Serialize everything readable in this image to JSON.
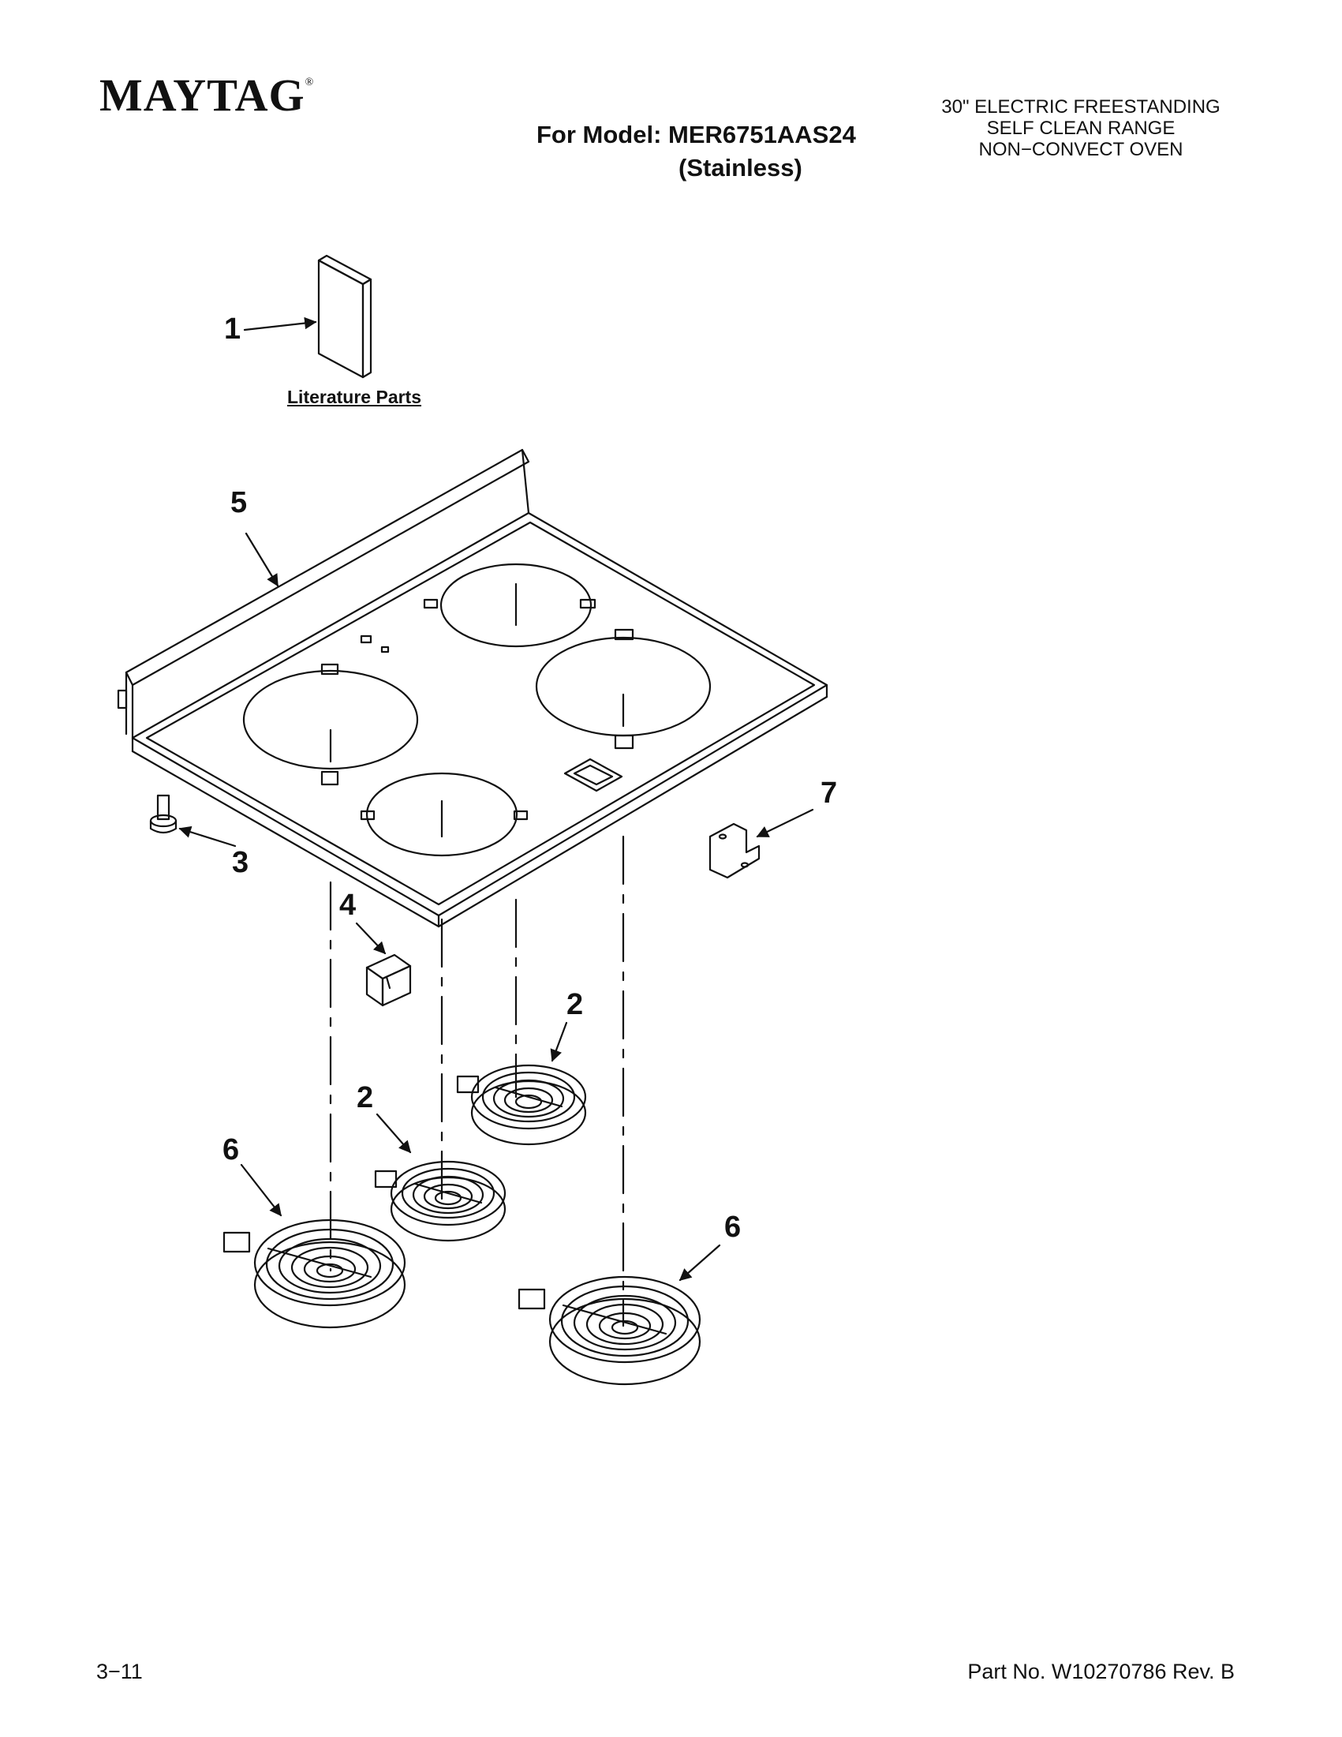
{
  "header": {
    "brand": "MAYTAG",
    "brand_mark": "®",
    "model_line": "For Model: MER6751AAS24",
    "model_variant": "(Stainless)",
    "description": [
      "30\" ELECTRIC FREESTANDING",
      "SELF CLEAN RANGE",
      "NON−CONVECT OVEN"
    ]
  },
  "diagram": {
    "literature_label": "Literature Parts",
    "callouts": [
      "1",
      "2",
      "2",
      "3",
      "4",
      "5",
      "6",
      "6",
      "7"
    ]
  },
  "footer": {
    "page": "3−11",
    "part_number": "Part No. W10270786 Rev. B"
  }
}
